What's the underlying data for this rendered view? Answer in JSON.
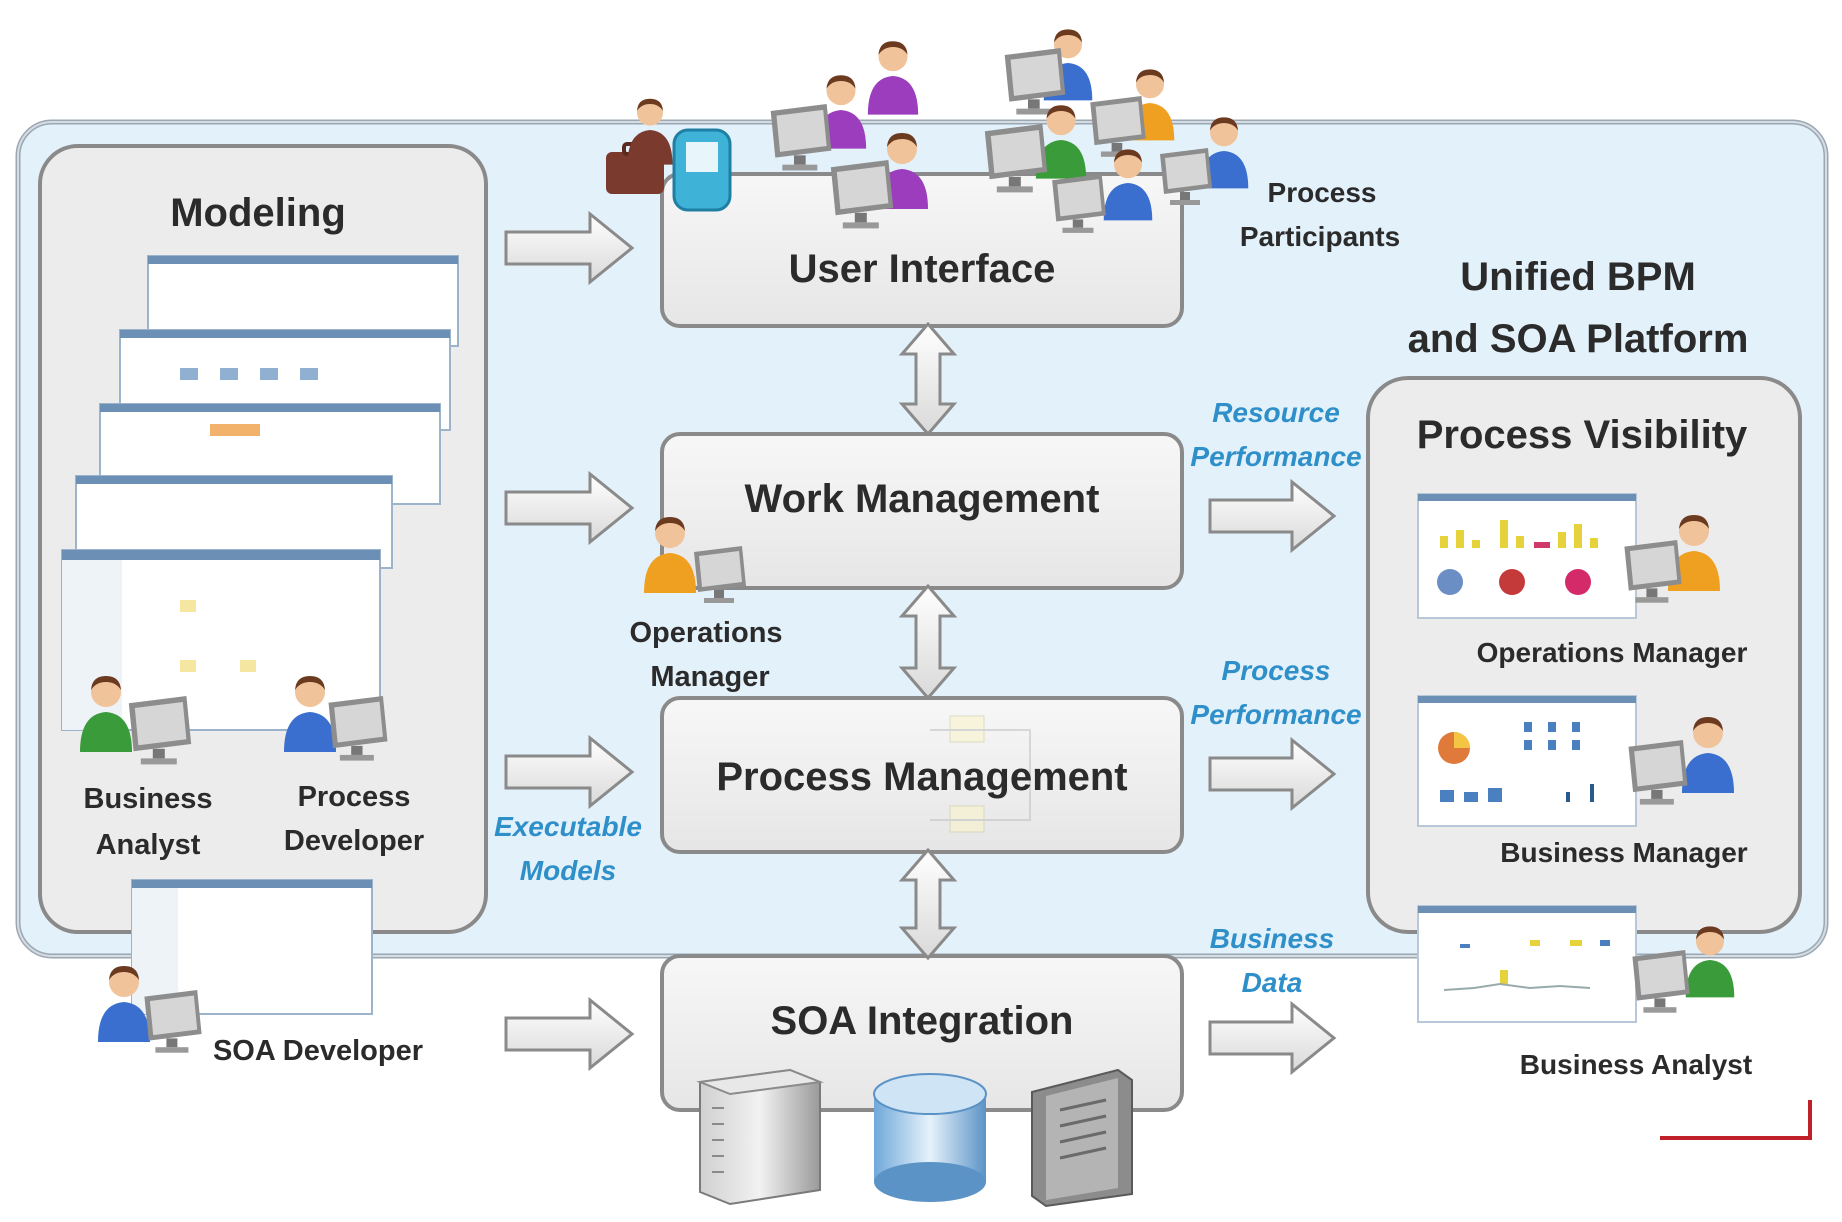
{
  "platform": {
    "title_line1": "Unified BPM",
    "title_line2": "and SOA Platform"
  },
  "modeling": {
    "title": "Modeling",
    "roles": {
      "business_analyst_line1": "Business",
      "business_analyst_line2": "Analyst",
      "process_developer_line1": "Process",
      "process_developer_line2": "Developer",
      "soa_developer": "SOA Developer"
    }
  },
  "layers": {
    "user_interface": "User Interface",
    "work_management": "Work Management",
    "process_management": "Process Management",
    "soa_integration": "SOA Integration"
  },
  "participants": {
    "line1": "Process",
    "line2": "Participants"
  },
  "operations_manager_center": {
    "line1": "Operations",
    "line2": "Manager"
  },
  "flow_labels": {
    "executable_models_line1": "Executable",
    "executable_models_line2": "Models",
    "resource_performance_line1": "Resource",
    "resource_performance_line2": "Performance",
    "process_performance_line1": "Process",
    "process_performance_line2": "Performance",
    "business_data_line1": "Business",
    "business_data_line2": "Data"
  },
  "visibility": {
    "title": "Process Visibility",
    "roles": {
      "operations_manager": "Operations Manager",
      "business_manager": "Business Manager",
      "business_analyst": "Business Analyst"
    }
  },
  "colors": {
    "platform_bg": "#e3f1fb",
    "box_fill": "#f1f1f1",
    "box_stroke": "#8a8a8a",
    "italic_blue": "#2e8fc9",
    "text_dark": "#2b2b2b"
  }
}
